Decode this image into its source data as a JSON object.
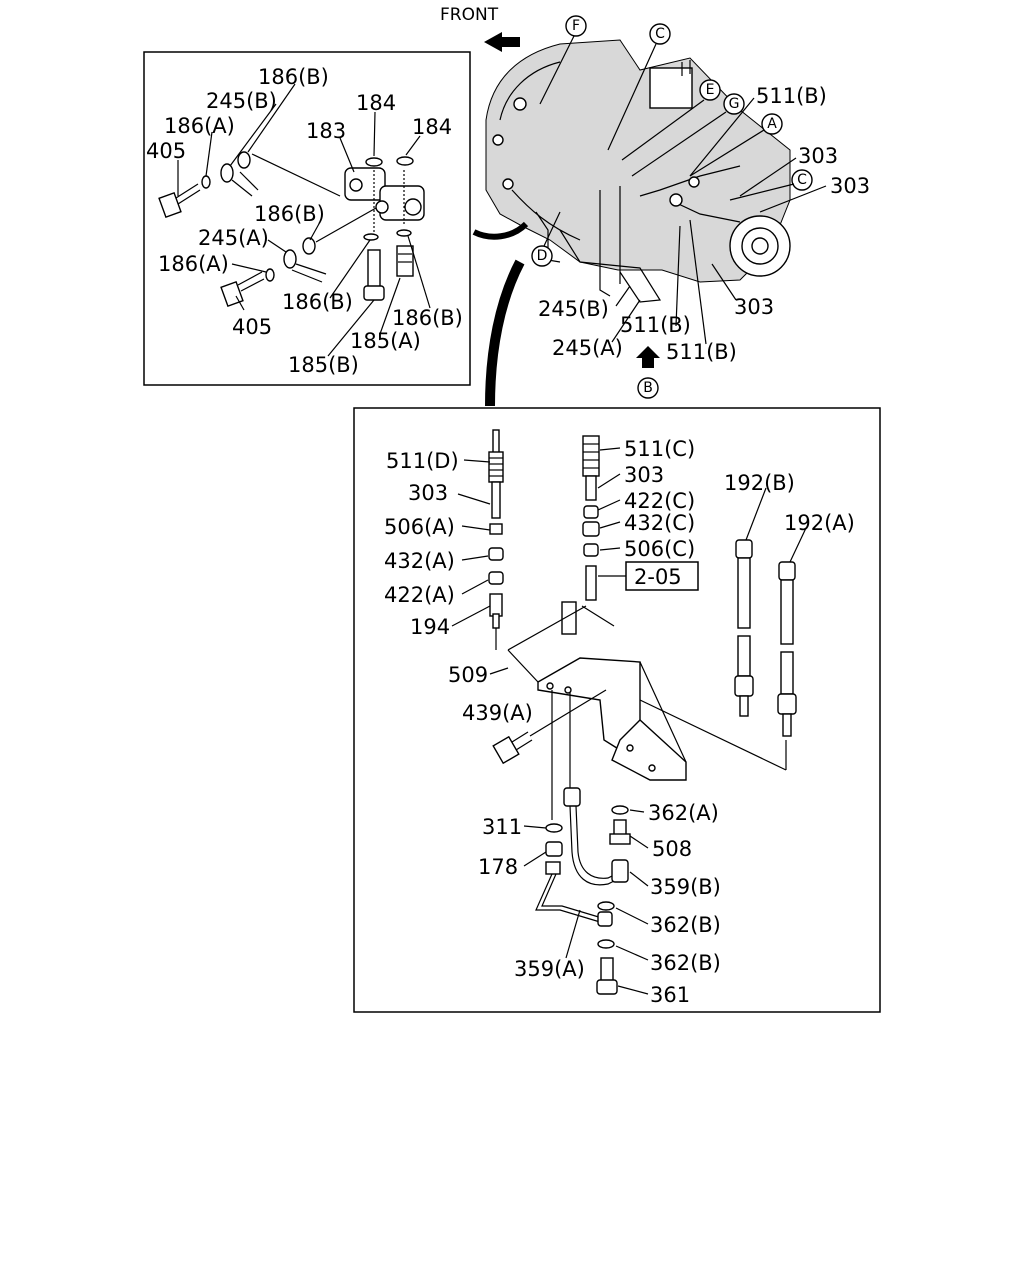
{
  "front_label": "FRONT",
  "ref_box_label": "2-05",
  "view_marker": "B",
  "detail_callouts": {
    "c186b_top": "186(B)",
    "c245b": "245(B)",
    "c186a_top": "186(A)",
    "c405_top": "405",
    "c183": "183",
    "c184_a": "184",
    "c184_b": "184",
    "c186b_mid": "186(B)",
    "c245a": "245(A)",
    "c186a_bot": "186(A)",
    "c405_bot": "405",
    "c186b_low": "186(B)",
    "c186b_right": "186(B)",
    "c185a": "185(A)",
    "c185b": "185(B)"
  },
  "assembly_callouts": {
    "c511b_top": "511(B)",
    "c303_a": "303",
    "c303_b": "303",
    "c303_c": "303",
    "c245b": "245(B)",
    "c511b_mid": "511(B)",
    "c245a": "245(A)",
    "c511b_bot": "511(B)"
  },
  "letter_markers": [
    "F",
    "C",
    "E",
    "G",
    "A",
    "C",
    "D"
  ],
  "bottom_callouts": {
    "c511d": "511(D)",
    "c303_left": "303",
    "c506a": "506(A)",
    "c432a": "432(A)",
    "c422a": "422(A)",
    "c194": "194",
    "c509": "509",
    "c439a": "439(A)",
    "c511c": "511(C)",
    "c303_right": "303",
    "c422c": "422(C)",
    "c432c": "432(C)",
    "c506c": "506(C)",
    "c192b": "192(B)",
    "c192a": "192(A)",
    "c311": "311",
    "c178": "178",
    "c362a": "362(A)",
    "c508": "508",
    "c359b": "359(B)",
    "c362b_a": "362(B)",
    "c359a": "359(A)",
    "c362b_b": "362(B)",
    "c361": "361"
  }
}
